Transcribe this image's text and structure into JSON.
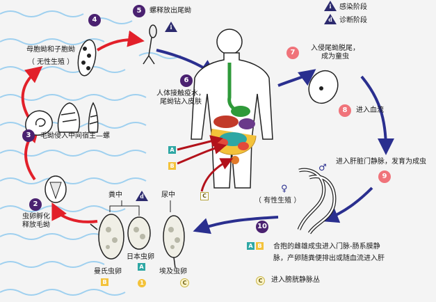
{
  "legend": {
    "infective_stage": "感染阶段",
    "diagnostic_stage": "诊断阶段",
    "infective_letter": "i",
    "diagnostic_letter": "d"
  },
  "steps": [
    {
      "number": "1",
      "label": ""
    },
    {
      "number": "2",
      "label": "虫卵孵化\n释放毛蚴"
    },
    {
      "number": "3",
      "label": "毛蚴侵入中间宿主—螺"
    },
    {
      "number": "4",
      "label": ""
    },
    {
      "number": "5",
      "label": "螺释放出尾蚴"
    },
    {
      "number": "6",
      "label": "人体接触疫水，\n尾蚴钻入皮肤"
    },
    {
      "number": "7",
      "label": "入侵尾蚴脱尾，\n成为童虫"
    },
    {
      "number": "8",
      "label": "进入血流"
    },
    {
      "number": "9",
      "label": "进入肝脏门静脉，发育为成虫"
    },
    {
      "number": "10",
      "label": "合抱的雌雄成虫进入门脉-肠系膜静\n脉，产卵随粪便排出或随血流进入肝"
    }
  ],
  "labels": {
    "sporocysts": "母胞蚴和子胞蚴",
    "asexual": "（ 无性生殖 ）",
    "sexual": "（ 有性生殖 ）",
    "feces": "粪中",
    "urine": "尿中",
    "egg_mansoni": "曼氏虫卵",
    "egg_japonicum": "日本虫卵",
    "egg_haematobium": "埃及虫卵",
    "bladder": "进入膀胱静脉丛",
    "male": "♂",
    "female": "♀"
  },
  "tags": {
    "A": "A",
    "B": "B",
    "C": "C",
    "one": "1"
  },
  "colors": {
    "red_arrow": "#e2202a",
    "blue_arrow": "#2a2f8f",
    "purple_badge": "#4a2170",
    "pink_badge": "#f0737a",
    "water": "#b9def4"
  }
}
